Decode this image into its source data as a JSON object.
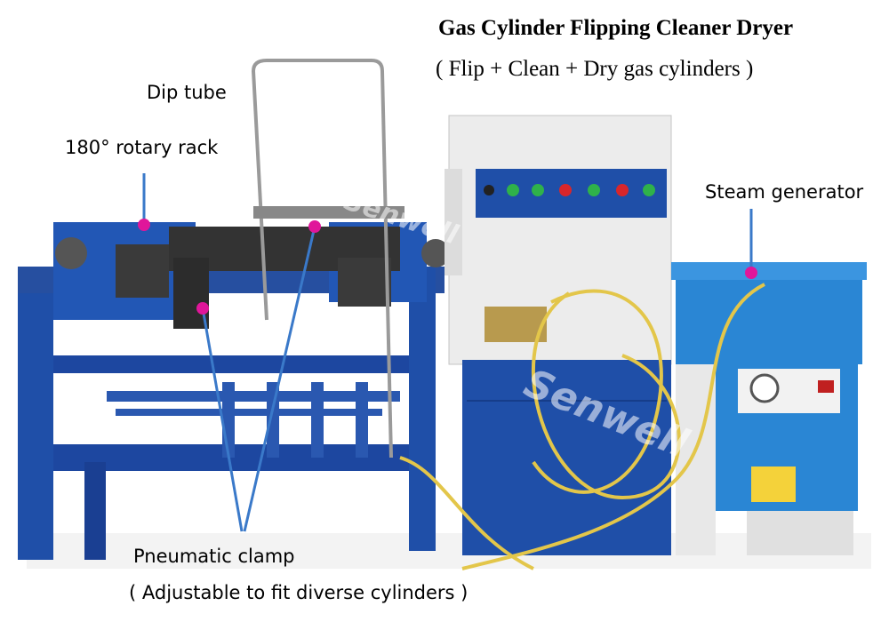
{
  "title": "Gas Cylinder Flipping Cleaner Dryer",
  "subtitle": "( Flip + Clean + Dry gas cylinders )",
  "callouts": {
    "dip_tube": "Dip tube",
    "rotary_rack": "180° rotary rack",
    "steam_generator": "Steam generator",
    "pneumatic_clamp": "Pneumatic clamp",
    "adjustable_note": "( Adjustable to fit diverse cylinders )"
  },
  "watermark": "Senwell",
  "colors": {
    "frame_blue": "#1f4fa8",
    "cabinet_white": "#eeeeee",
    "generator_blue": "#2a86d4",
    "marker_magenta": "#e0169a",
    "leader_blue": "#3a79c9",
    "hose_yellow": "#e3c64a"
  }
}
